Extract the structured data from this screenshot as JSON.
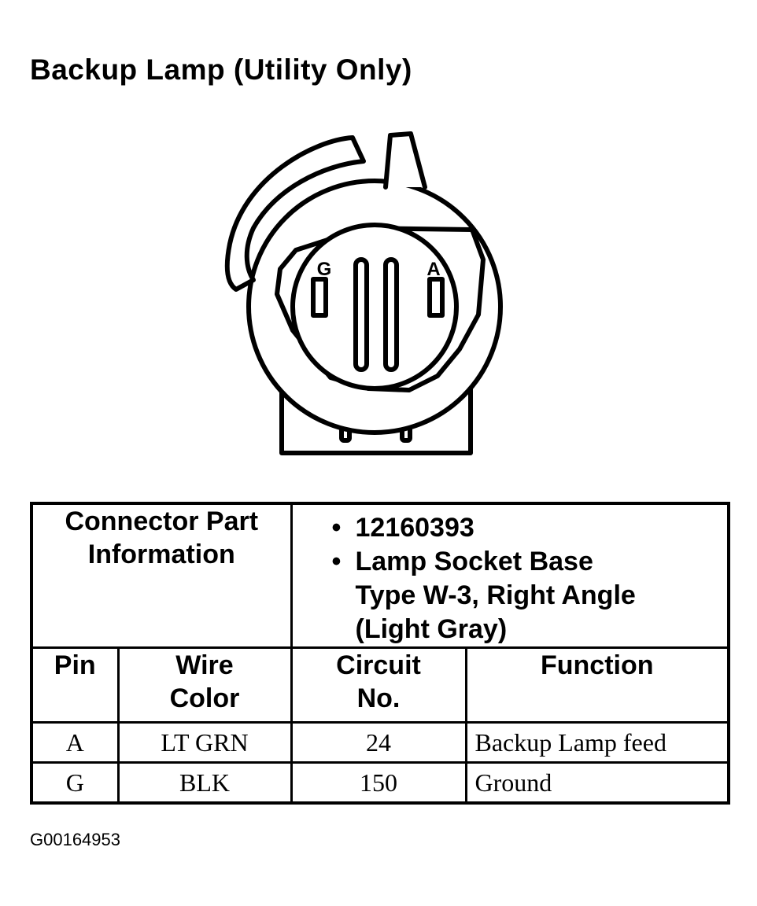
{
  "title": "Backup Lamp (Utility Only)",
  "diagram": {
    "pin_labels": {
      "left": "G",
      "right": "A"
    }
  },
  "connector_info": {
    "label_line1": "Connector Part",
    "label_line2": "Information",
    "items": [
      "12160393",
      "Lamp Socket Base"
    ],
    "continuation": [
      "Type W-3, Right Angle",
      "(Light Gray)"
    ]
  },
  "table": {
    "headers": {
      "pin": "Pin",
      "wire_line1": "Wire",
      "wire_line2": "Color",
      "circuit_line1": "Circuit",
      "circuit_line2": "No.",
      "function": "Function"
    },
    "rows": [
      {
        "pin": "A",
        "wire": "LT GRN",
        "circuit": "24",
        "function": "Backup Lamp feed"
      },
      {
        "pin": "G",
        "wire": "BLK",
        "circuit": "150",
        "function": "Ground"
      }
    ]
  },
  "figure_id": "G00164953"
}
